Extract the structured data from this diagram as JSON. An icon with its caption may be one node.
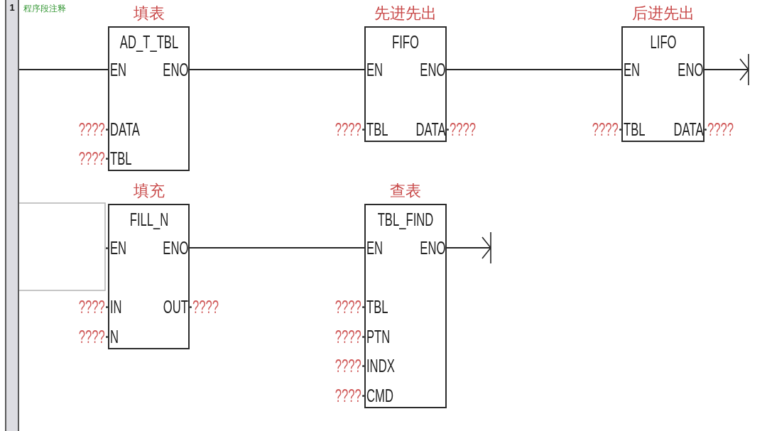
{
  "diagram": {
    "nodes": [
      {
        "text": [
          "1"
        ]
      },
      {
        "text": [
          "填表",
          "AD_T_TBL",
          "EN",
          "ENO",
          "DATA",
          "TBL"
        ],
        "beside": [
          "????",
          "????"
        ]
      },
      {
        "text": [
          "先进先出",
          "FIFO",
          "EN",
          "ENO",
          "TBL",
          "DATA"
        ],
        "beside": [
          "????",
          "????"
        ]
      },
      {
        "text": [
          "后进先出",
          "LIFO",
          "EN",
          "ENO",
          "TBL",
          "DATA"
        ],
        "beside": [
          "????",
          "????"
        ]
      },
      {
        "text": [
          "填充",
          "FILL_N",
          "EN",
          "ENO",
          "IN",
          "OUT",
          "N"
        ],
        "beside": [
          "????",
          "????",
          "????"
        ]
      },
      {
        "text": [
          "查表",
          "TBL_FIND",
          "EN",
          "ENO",
          "TBL",
          "PTN",
          "INDX",
          "CMD"
        ],
        "beside": [
          "????",
          "????",
          "????",
          "????"
        ]
      }
    ],
    "edges": [
      {
        "from": 0,
        "to": 1,
        "arrow": "none"
      },
      {
        "from": 1,
        "to": 2,
        "arrow": "none"
      },
      {
        "from": 2,
        "to": 3,
        "arrow": "none"
      },
      {
        "from": 3,
        "to": null,
        "arrow": "to"
      },
      {
        "from": 4,
        "to": 5,
        "arrow": "none"
      },
      {
        "from": 5,
        "to": null,
        "arrow": "to"
      }
    ],
    "labels": [
      "程序段注释"
    ]
  }
}
